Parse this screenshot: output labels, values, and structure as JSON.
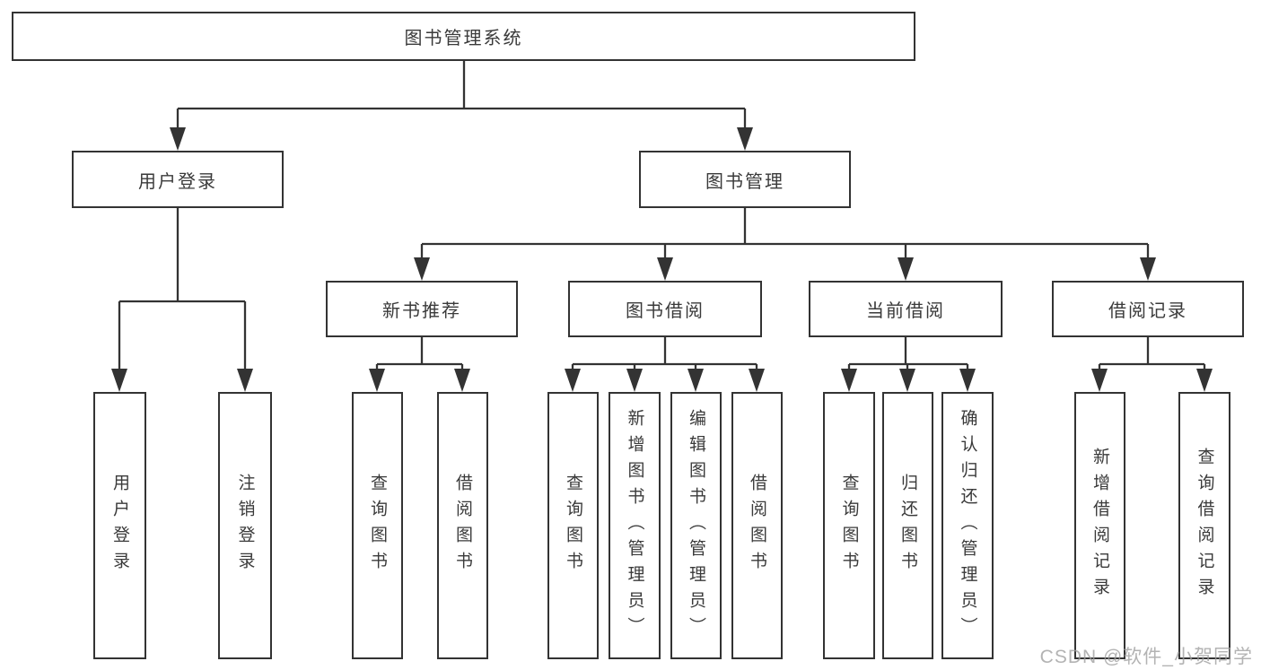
{
  "diagram_type": "hierarchy-tree",
  "tree": {
    "label": "图书管理系统",
    "children": [
      {
        "label": "用户登录",
        "children": [
          {
            "label": "用户登录"
          },
          {
            "label": "注销登录"
          }
        ]
      },
      {
        "label": "图书管理",
        "children": [
          {
            "label": "新书推荐",
            "children": [
              {
                "label": "查询图书"
              },
              {
                "label": "借阅图书"
              }
            ]
          },
          {
            "label": "图书借阅",
            "children": [
              {
                "label": "查询图书"
              },
              {
                "label": "新增图书（管理员）"
              },
              {
                "label": "编辑图书（管理员）"
              },
              {
                "label": "借阅图书"
              }
            ]
          },
          {
            "label": "当前借阅",
            "children": [
              {
                "label": "查询图书"
              },
              {
                "label": "归还图书"
              },
              {
                "label": "确认归还（管理员）"
              }
            ]
          },
          {
            "label": "借阅记录",
            "children": [
              {
                "label": "新增借阅记录"
              },
              {
                "label": "查询借阅记录"
              }
            ]
          }
        ]
      }
    ]
  },
  "watermark": {
    "text": "CSDN @软件_小贺同学"
  },
  "colors": {
    "line": "#333333",
    "box_border": "#333333",
    "box_fill": "#ffffff",
    "text": "#3a3a3a",
    "watermark": "#9e9e9e"
  }
}
